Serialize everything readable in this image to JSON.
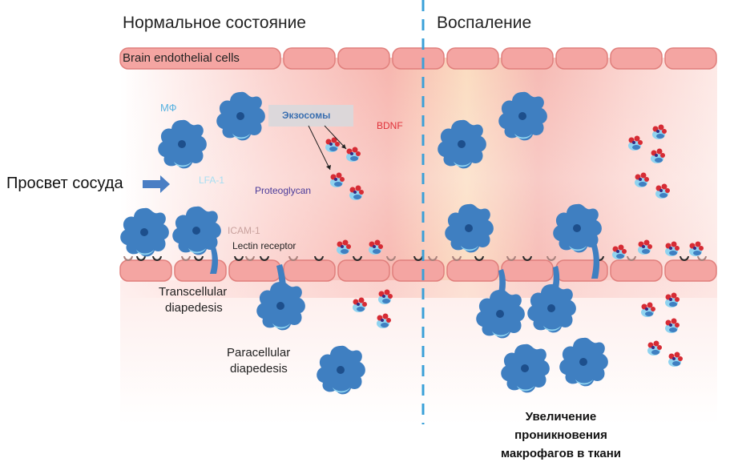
{
  "titles": {
    "normal": "Нормальное состояние",
    "inflammation": "Воспаление"
  },
  "labels": {
    "endothelial": "Brain endothelial cells",
    "lumen": "Просвет сосуда",
    "mf": "МФ",
    "exosomes": "Экзосомы",
    "bdnf": "BDNF",
    "lfa1": "LFA-1",
    "proteoglycan": "Proteoglycan",
    "icam1": "ICAM-1",
    "lectin": "Lectin receptor",
    "transcellular_1": "Transcellular",
    "transcellular_2": "diapedesis",
    "paracellular_1": "Paracellular",
    "paracellular_2": "diapedesis",
    "increase_1": "Увеличение",
    "increase_2": "проникновения",
    "increase_3": "макрофагов в ткани"
  },
  "colors": {
    "macrophage": "#3f7fc1",
    "nucleus": "#1d4f8c",
    "endothelium_fill": "#f4a5a2",
    "endothelium_stroke": "#e07f7c",
    "divider": "#3aa0d8",
    "bdnf": "#e0323a",
    "proteoglycan": "#4a3b9a",
    "lfa1": "#6ec6e8",
    "arrow": "#4a7ec4"
  }
}
